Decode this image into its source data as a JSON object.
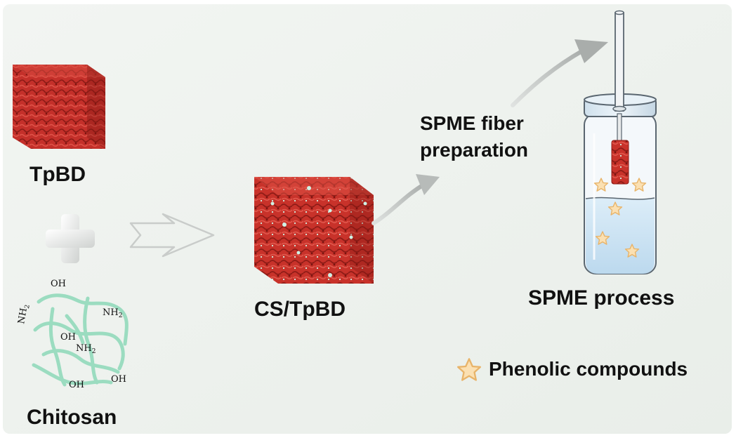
{
  "labels": {
    "tpbd": "TpBD",
    "chitosan": "Chitosan",
    "composite": "CS/TpBD",
    "fiber_prep_line1": "SPME fiber",
    "fiber_prep_line2": "preparation",
    "process": "SPME process",
    "legend": "Phenolic compounds"
  },
  "chitosan_groups": [
    "OH",
    "NH2",
    "NH2",
    "OH",
    "NH2",
    "OH",
    "OH"
  ],
  "colors": {
    "panel_bg": "#eef2ee",
    "crystal_red": "#c8322a",
    "crystal_dark": "#8f1c17",
    "chitosan_green": "#9bdcc0",
    "arrow_gray": "#bfc3c1",
    "jar_water": "#cfe6f5",
    "star_fill": "#fbe0b2",
    "star_stroke": "#e8b46a"
  }
}
